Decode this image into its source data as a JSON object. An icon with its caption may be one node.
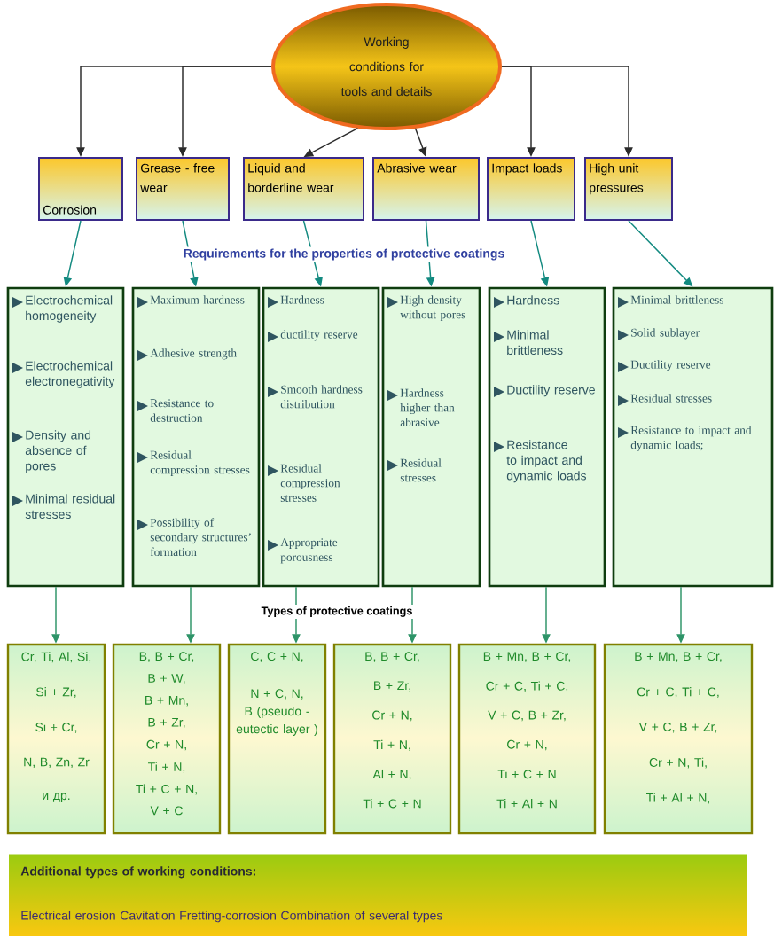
{
  "diagram": {
    "nodes": [
      {
        "text": [
          "Working conditions for tools and details"
        ]
      },
      {
        "text": [
          "Corrosion"
        ]
      },
      {
        "text": [
          "Grease - free wear"
        ]
      },
      {
        "text": [
          "Liquid and borderline wear"
        ]
      },
      {
        "text": [
          "Abrasive wear"
        ]
      },
      {
        "text": [
          "Impact loads"
        ]
      },
      {
        "text": [
          "High unit pressures"
        ]
      },
      {
        "text": [
          "Electrochemical homogeneity",
          "Electrochemical electronegativity",
          "Density and absence of pores",
          "Minimal residual stresses"
        ]
      },
      {
        "text": [
          "Maximum hardness",
          "Adhesive strength",
          "Resistance to destruction",
          "Residual compression stresses",
          "Possibility of secondary structures’ formation"
        ]
      },
      {
        "text": [
          "Hardness",
          "ductility reserve",
          "Smooth hardness distribution",
          "Residual compression stresses",
          "Appropriate porousness"
        ]
      },
      {
        "text": [
          "High density without pores",
          "Hardness higher than abrasive",
          "Residual stresses"
        ]
      },
      {
        "text": [
          "Hardness",
          "Minimal brittleness",
          "Ductility reserve",
          "Resistance to impact and dynamic loads"
        ]
      },
      {
        "text": [
          "Minimal brittleness",
          "Solid sublayer",
          "Ductility reserve",
          "Residual stresses",
          "Resistance to impact and dynamic loads;"
        ]
      },
      {
        "text": [
          "Cr, Ti, Al, Si,",
          "Si + Zr,",
          "Si + Cr,",
          "N, B, Zn, Zr",
          "и др."
        ]
      },
      {
        "text": [
          "B, B + Cr,",
          "B + W,",
          "B + Mn,",
          "B + Zr,",
          "Cr + N,",
          "Ti + N,",
          "Ti + C + N,",
          "V + C"
        ]
      },
      {
        "text": [
          "C, C + N,",
          "N + C, N, B (pseudo - eutectic layer )"
        ]
      },
      {
        "text": [
          "B, B + Cr,",
          "B + Zr,",
          "Cr + N,",
          "Ti + N,",
          "Al + N,",
          "Ti + C + N"
        ]
      },
      {
        "text": [
          "B + Mn, B + Cr,",
          "Cr + C, Ti + C,",
          "V + C, B + Zr,",
          "Cr + N,",
          "Ti + C + N",
          "Ti + Al + N"
        ]
      },
      {
        "text": [
          "B + Mn, B + Cr,",
          "Cr + C, Ti + C,",
          "V + C, B + Zr,",
          "Cr + N, Ti,",
          "Ti + Al + N,"
        ]
      },
      {
        "text": [
          "Additional types of working conditions:",
          "Electrical erosion Cavitation Fretting-corrosion Combination of several types"
        ]
      }
    ],
    "edges": [
      {
        "from": 0,
        "to": 1,
        "arrow": "to",
        "color": "#2b2b2b"
      },
      {
        "from": 0,
        "to": 2,
        "arrow": "to",
        "color": "#2b2b2b"
      },
      {
        "from": 0,
        "to": 3,
        "arrow": "to",
        "color": "#2b2b2b"
      },
      {
        "from": 0,
        "to": 4,
        "arrow": "to",
        "color": "#2b2b2b"
      },
      {
        "from": 0,
        "to": 5,
        "arrow": "to",
        "color": "#2b2b2b"
      },
      {
        "from": 0,
        "to": 6,
        "arrow": "to",
        "color": "#2b2b2b"
      },
      {
        "from": 1,
        "to": 7,
        "arrow": "to",
        "color": "#138a80"
      },
      {
        "from": 2,
        "to": 8,
        "arrow": "to",
        "color": "#138a80"
      },
      {
        "from": 3,
        "to": 9,
        "arrow": "to",
        "color": "#138a80"
      },
      {
        "from": 4,
        "to": 10,
        "arrow": "to",
        "color": "#138a80"
      },
      {
        "from": 5,
        "to": 11,
        "arrow": "to",
        "color": "#138a80"
      },
      {
        "from": 6,
        "to": 12,
        "arrow": "to",
        "color": "#138a80"
      },
      {
        "from": 7,
        "to": 13,
        "arrow": "to",
        "color": "#2e9468"
      },
      {
        "from": 8,
        "to": 14,
        "arrow": "to",
        "color": "#2e9468"
      },
      {
        "from": 9,
        "to": 15,
        "arrow": "to",
        "color": "#2e9468"
      },
      {
        "from": 10,
        "to": 16,
        "arrow": "to",
        "color": "#2e9468"
      },
      {
        "from": 11,
        "to": 17,
        "arrow": "to",
        "color": "#2e9468"
      },
      {
        "from": 12,
        "to": 18,
        "arrow": "to",
        "color": "#2e9468"
      }
    ],
    "labels": [
      "Requirements for the properties of protective coatings",
      "Types of protective coatings"
    ]
  }
}
